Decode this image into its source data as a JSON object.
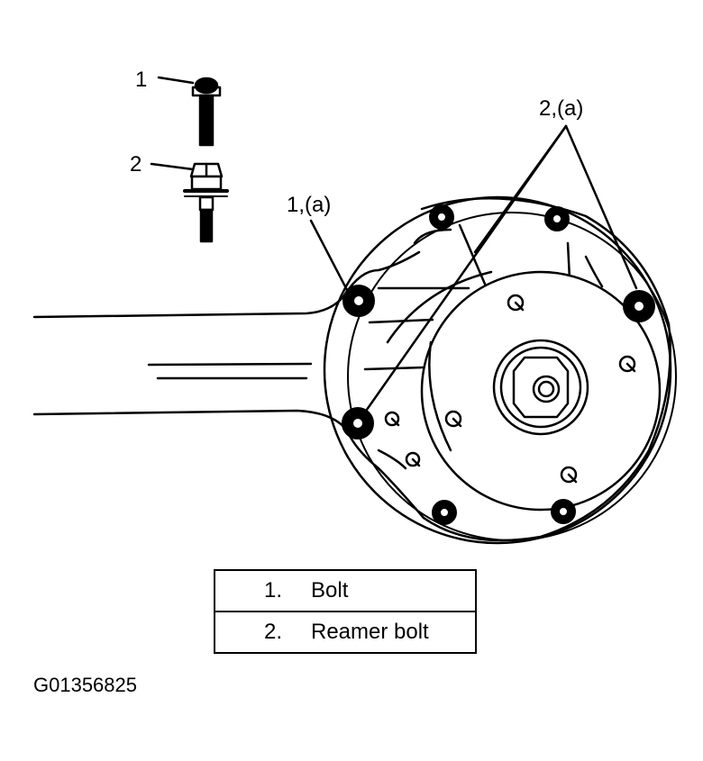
{
  "callouts": {
    "bolt_top": "1",
    "reamer_top": "2",
    "left_flange": "1,(a)",
    "right_flange": "2,(a)"
  },
  "legend": [
    {
      "number": "1.",
      "name": "Bolt"
    },
    {
      "number": "2.",
      "name": "Reamer bolt"
    }
  ],
  "figure_id": "G01356825"
}
